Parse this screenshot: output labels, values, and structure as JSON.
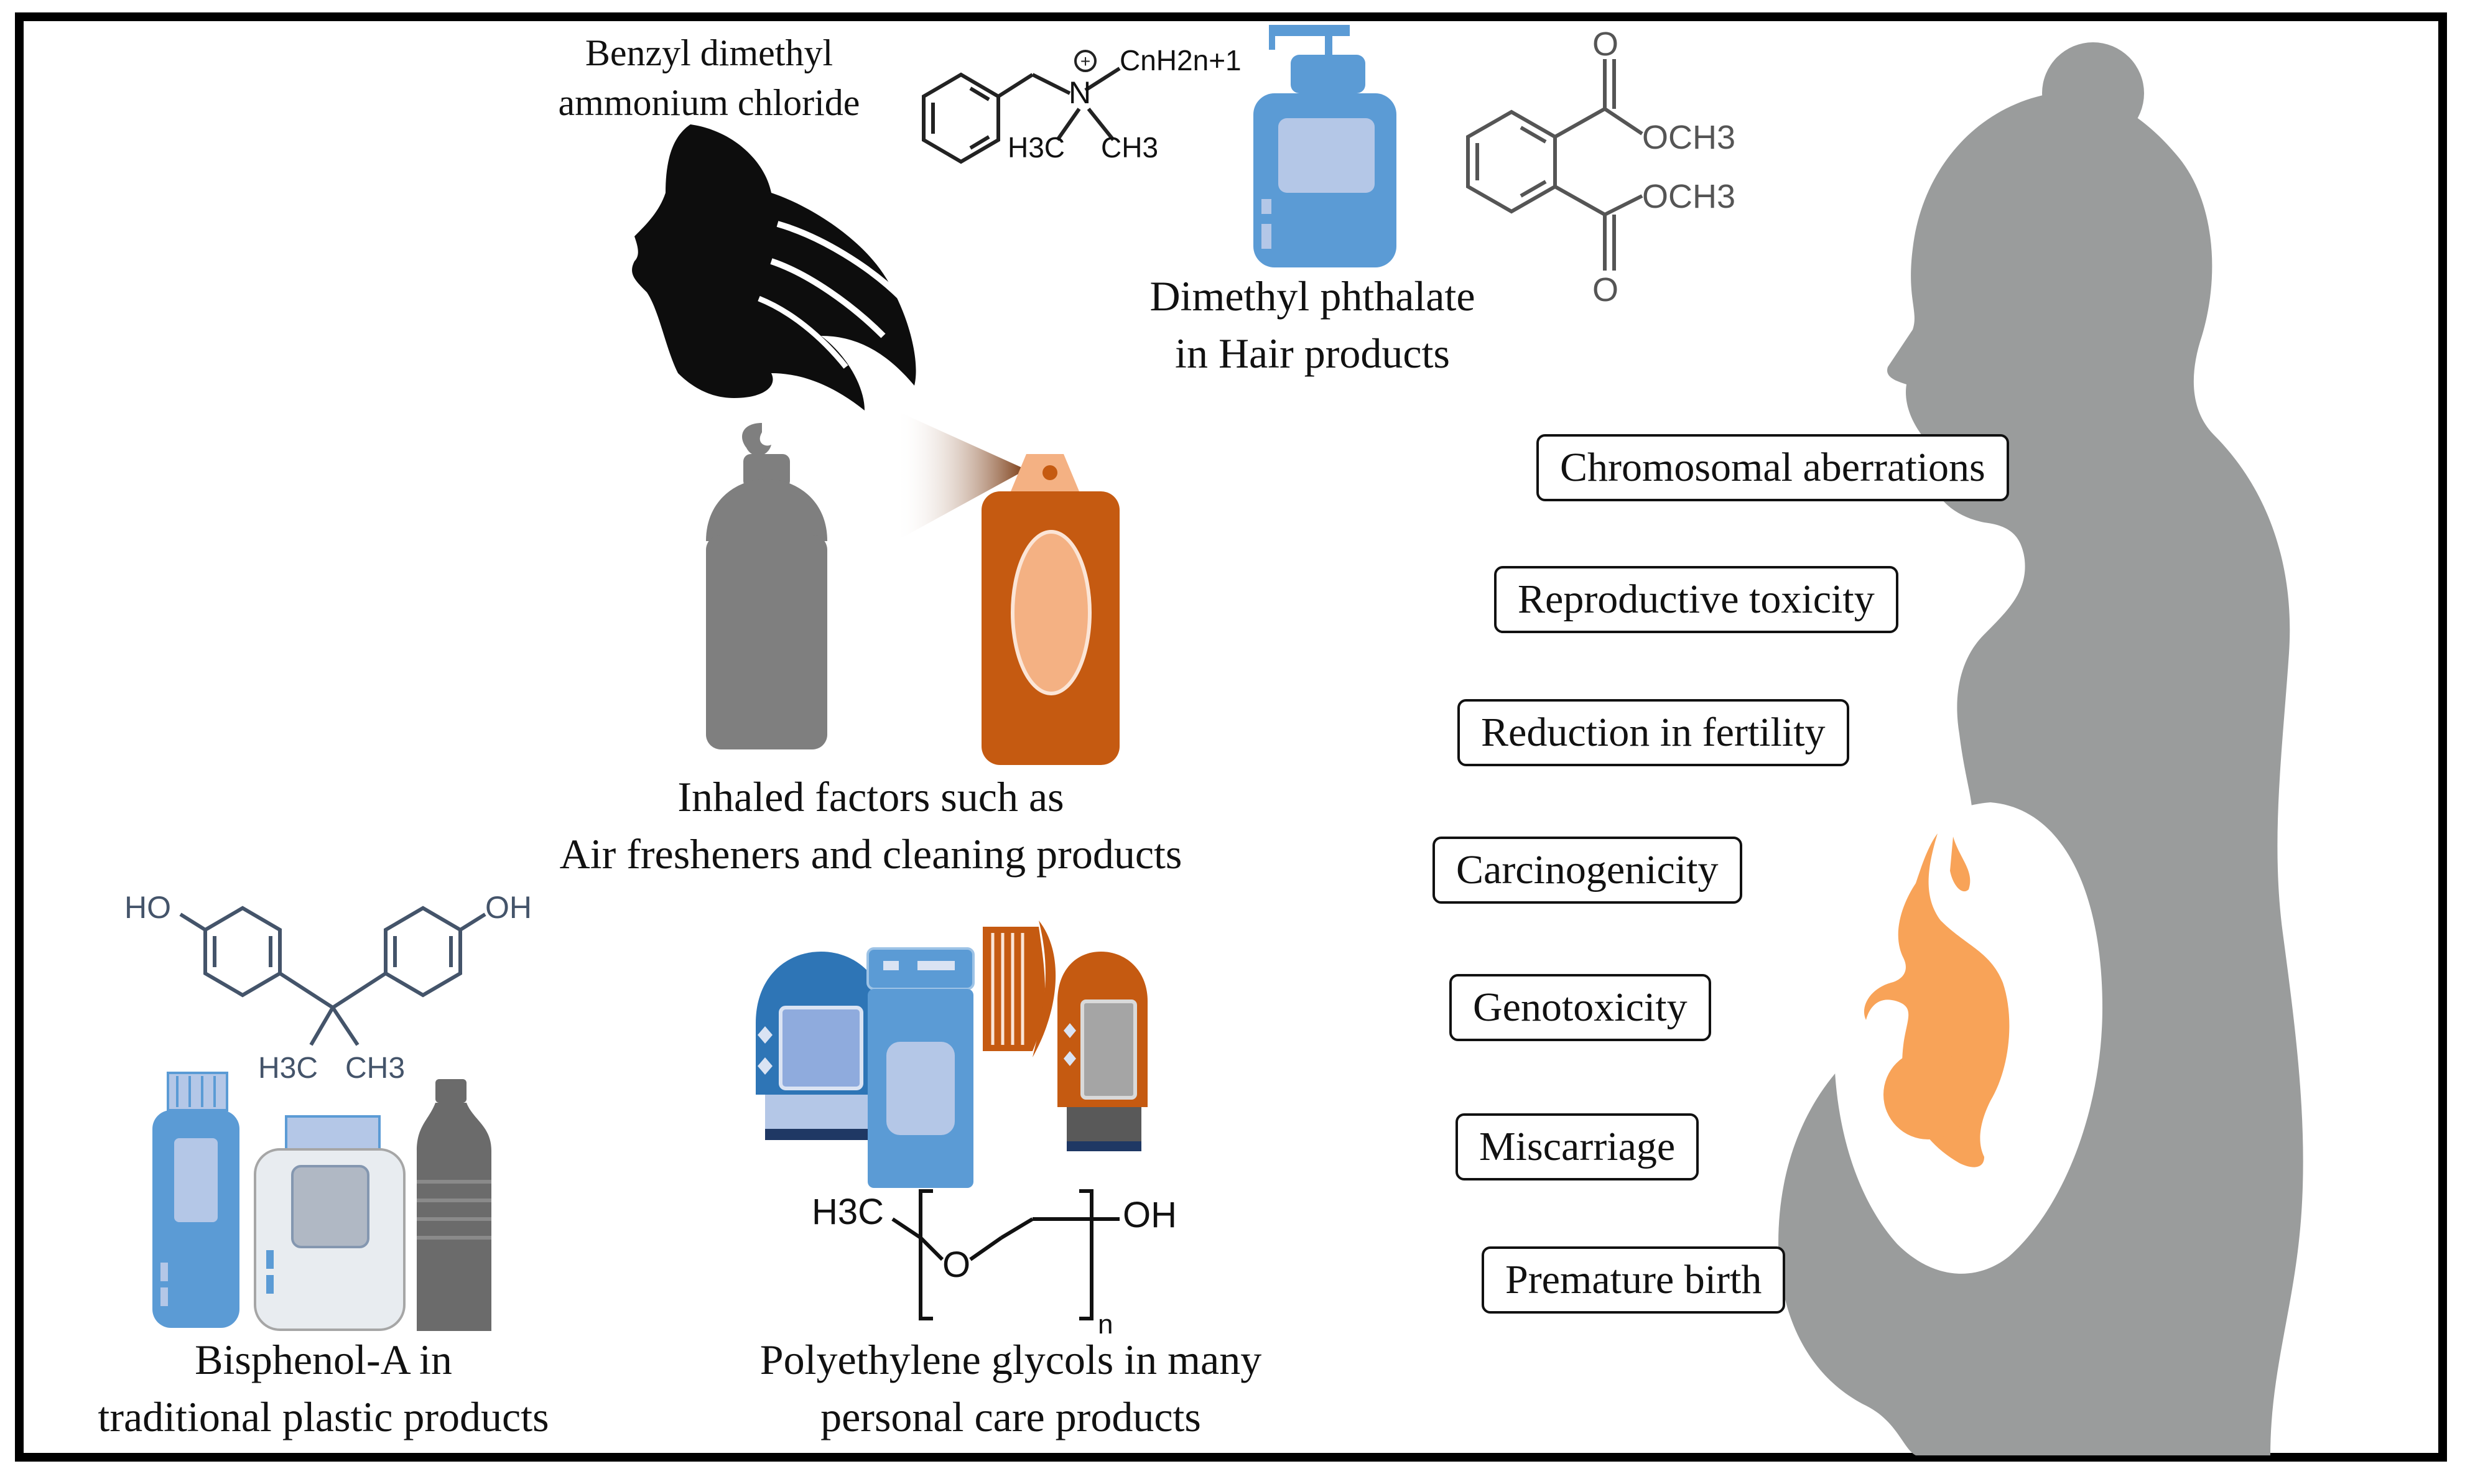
{
  "hair": {
    "compound_name": "Benzyl dimethyl ammonium chloride",
    "compound_line1": "Benzyl dimethyl",
    "compound_line2": "ammonium chloride",
    "chem_chain": "CnH2n+1",
    "chem_methyl_left": "H3C",
    "chem_methyl_right": "CH3",
    "phthalate_group1": "OCH3",
    "phthalate_group2": "OCH3",
    "phthalate_o1": "O",
    "phthalate_o2": "O",
    "label_line1": "Dimethyl phthalate",
    "label_line2": "in Hair products"
  },
  "inhaled": {
    "label_line1": "Inhaled factors such as",
    "label_line2": "Air fresheners and cleaning products"
  },
  "bpa": {
    "ho_left": "HO",
    "oh_right": "OH",
    "methyl_left": "H3C",
    "methyl_right": "CH3",
    "label_line1": "Bisphenol-A in",
    "label_line2": "traditional plastic products"
  },
  "peg": {
    "methyl": "H3C",
    "oxygen": "O",
    "hydroxyl": "OH",
    "repeat": "n",
    "label_line1": "Polyethylene glycols in many",
    "label_line2": "personal care products"
  },
  "effects": [
    "Chromosomal aberrations",
    "Reproductive toxicity",
    "Reduction in fertility",
    "Carcinogenicity",
    "Genotoxicity",
    "Miscarriage",
    "Premature birth"
  ],
  "colors": {
    "silhouette": "#9a9c9c",
    "womb": "#ffffff",
    "fetus": "#f8a358",
    "blue_bottle": "#5b9bd5",
    "blue_light": "#b4c7e7",
    "orange_bottle": "#c55a11",
    "orange_light": "#f4b183",
    "grey_can": "#7f7f7f",
    "chem_stroke": "#44546a"
  }
}
